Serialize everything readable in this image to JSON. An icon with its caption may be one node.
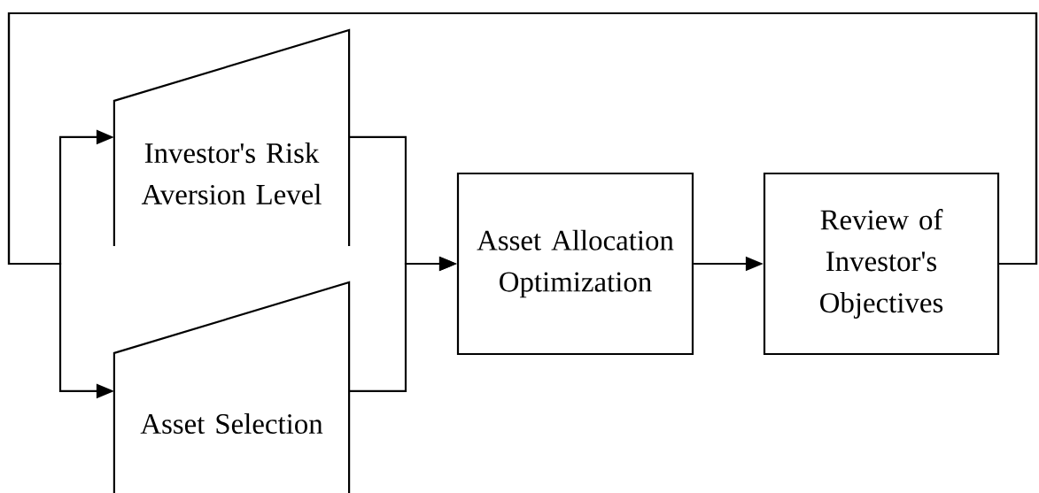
{
  "diagram": {
    "nodes": [
      {
        "text": [
          "Investor's Risk Aversion Level"
        ]
      },
      {
        "text": [
          "Asset Selection"
        ]
      },
      {
        "text": [
          "Asset Allocation Optimization"
        ]
      },
      {
        "text": [
          "Review of Investor's Objectives"
        ]
      }
    ],
    "edges": [
      {
        "from": 0,
        "to": 2,
        "arrow": "to"
      },
      {
        "from": 1,
        "to": 2,
        "arrow": "to"
      },
      {
        "from": 2,
        "to": 3,
        "arrow": "to"
      },
      {
        "from": 3,
        "to": 0,
        "arrow": "to"
      },
      {
        "from": 3,
        "to": 1,
        "arrow": "to"
      }
    ]
  }
}
